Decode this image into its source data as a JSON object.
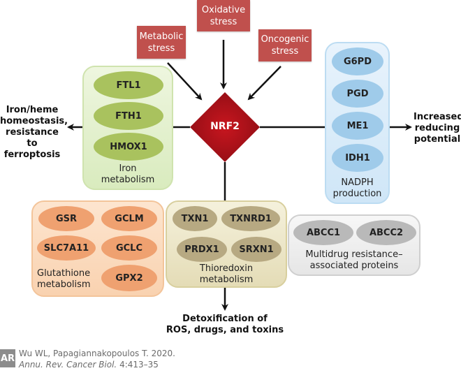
{
  "diagram": {
    "center": {
      "label": "NRF2",
      "color": "#b5121b"
    },
    "stresses": [
      {
        "label_line1": "Oxidative",
        "label_line2": "stress"
      },
      {
        "label_line1": "Metabolic",
        "label_line2": "stress"
      },
      {
        "label_line1": "Oncogenic",
        "label_line2": "stress"
      }
    ],
    "groups": {
      "iron": {
        "label_line1": "Iron",
        "label_line2": "metabolism",
        "genes": [
          "FTL1",
          "FTH1",
          "HMOX1"
        ]
      },
      "nadph": {
        "label_line1": "NADPH",
        "label_line2": "production",
        "genes": [
          "G6PD",
          "PGD",
          "ME1",
          "IDH1"
        ]
      },
      "glutathione": {
        "label_line1": "Glutathione",
        "label_line2": "metabolism",
        "genes": [
          "GSR",
          "GCLM",
          "SLC7A11",
          "GCLC",
          "GPX2"
        ]
      },
      "thioredoxin": {
        "label_line1": "Thioredoxin",
        "label_line2": "metabolism",
        "genes": [
          "TXN1",
          "TXNRD1",
          "PRDX1",
          "SRXN1"
        ]
      },
      "multidrug": {
        "label_line1": "Multidrug resistance–",
        "label_line2": "associated proteins",
        "genes": [
          "ABCC1",
          "ABCC2"
        ]
      }
    },
    "outcomes": {
      "left": {
        "line1": "Iron/heme",
        "line2": "homeostasis,",
        "line3": "resistance to",
        "line4": "ferroptosis"
      },
      "right": {
        "line1": "Increased",
        "line2": "reducing",
        "line3": "potential"
      },
      "bottom": {
        "line1": "Detoxification of",
        "line2": "ROS, drugs, and toxins"
      }
    }
  },
  "citation": {
    "logo": "AR",
    "line1": "Wu WL, Papagiannakopoulos T. 2020.",
    "line2_journal": "Annu. Rev. Cancer Biol.",
    "line2_pages": " 4:413–35"
  }
}
